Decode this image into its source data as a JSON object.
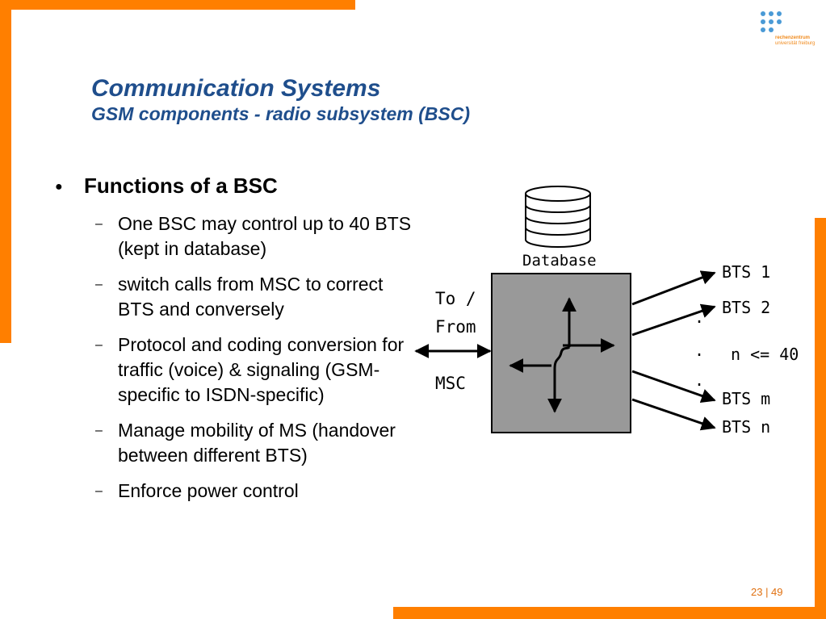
{
  "header": {
    "title": "Communication Systems",
    "subtitle": "GSM components - radio subsystem (BSC)"
  },
  "logo": {
    "line1": "rechenzentrum",
    "line2": "universität freiburg"
  },
  "main_bullet": "Functions of a BSC",
  "sub_bullets": [
    "One BSC may control up to 40 BTS (kept in database)",
    "switch calls from MSC to correct BTS and conversely",
    "Protocol and coding conversion for traffic (voice) & signaling (GSM-specific to ISDN-specific)",
    "Manage mobility of MS (handover between different BTS)",
    "Enforce power control"
  ],
  "diagram": {
    "database_label": "Database",
    "to_label": "To /",
    "from_label": "From",
    "msc_label": "MSC",
    "bts1": "BTS 1",
    "bts2": "BTS 2",
    "btsm": "BTS m",
    "btsn": "BTS n",
    "limit": "n <= 40",
    "dots": "."
  },
  "footer": {
    "page": "23 | 49"
  },
  "colors": {
    "accent": "#ff7f00",
    "title": "#1f4e8c",
    "box": "#999999"
  }
}
